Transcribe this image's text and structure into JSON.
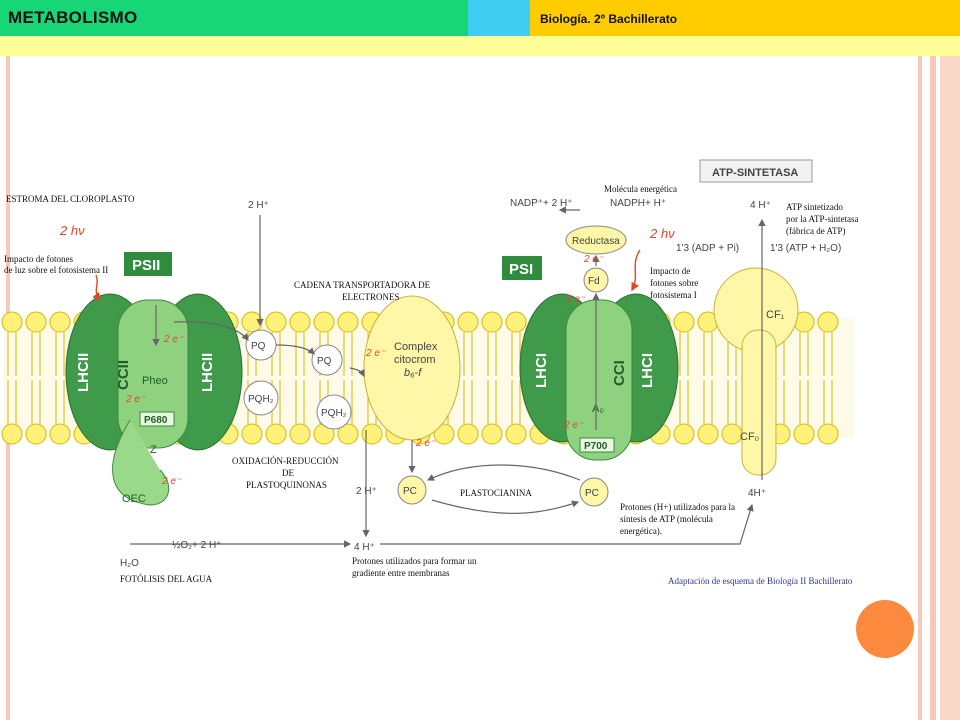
{
  "header": {
    "title": "METABOLISMO",
    "subtitle": "Biología. 2º Bachillerato",
    "colors": {
      "green": "#16d676",
      "blue": "#3fcdf1",
      "yellow": "#ffcc00",
      "strip": "#ffff99",
      "orange": "#fb8a3e"
    }
  },
  "diagram": {
    "region_stroma": "ESTROMA DEL CLOROPLASTO",
    "photon_left": "2 hν",
    "photon_left_label_1": "Impacto de fotones",
    "photon_left_label_2": "de luz sobre el fotosistema II",
    "psii": "PSII",
    "psi": "PSI",
    "lhcii": "LHCII",
    "ccii": "CCII",
    "pheo": "Pheo",
    "p680": "P680",
    "z": "Z",
    "oec": "OEC",
    "e2": "2 e⁻",
    "h2_top": "2 H⁺",
    "chain_title_1": "CADENA TRANSPORTADORA DE",
    "chain_title_2": "ELECTRONES",
    "pq": "PQ",
    "pqh2": "PQH₂",
    "complex_1": "Complex",
    "complex_2": "citocrom",
    "complex_3": "b₆-f",
    "redox_1": "OXIDACIÓN-REDUCCIÓN",
    "redox_2": "DE",
    "redox_3": "PLASTOQUINONAS",
    "h2_mid": "2 H⁺",
    "pc": "PC",
    "plastocianina": "PLASTOCIANINA",
    "nadp": "NADP⁺+ 2 H⁺",
    "nadph": "NADPH+ H⁺",
    "molecule_label": "Molécula energética",
    "reductasa": "Reductasa",
    "fd": "Fd",
    "photon_right": "2 hν",
    "photon_right_label_1": "Impacto de",
    "photon_right_label_2": "fotones sobre",
    "photon_right_label_3": "fotosistema I",
    "lhci": "LHCI",
    "cci": "CCI",
    "a0": "A₀",
    "p700": "P700",
    "atp_synthase": "ATP-SINTETASA",
    "h4_top": "4 H⁺",
    "atp_label_1": "ATP sintetizado",
    "atp_label_2": "por la ATP-sintetasa",
    "atp_label_3": "(fábrica de ATP)",
    "adp": "1'3 (ADP + Pi)",
    "atp": "1'3 (ATP + H₂O)",
    "cf1": "CF₁",
    "cf0": "CF₀",
    "h4_bottom": "4H⁺",
    "protons_atp_1": "Protones (H+) utilizados para la",
    "protons_atp_2": "síntesis de ATP (molécula",
    "protons_atp_3": "energética).",
    "h2o": "H₂O",
    "o2": "½O₂+ 2 H⁺",
    "h4_lumen": "4 H⁺",
    "photolysis": "FOTÓLISIS DEL AGUA",
    "gradient_1": "Protones utilizados para formar un",
    "gradient_2": "gradiente entre membranas",
    "credit": "Adaptación de esquema de Biología II Bachillerato"
  }
}
